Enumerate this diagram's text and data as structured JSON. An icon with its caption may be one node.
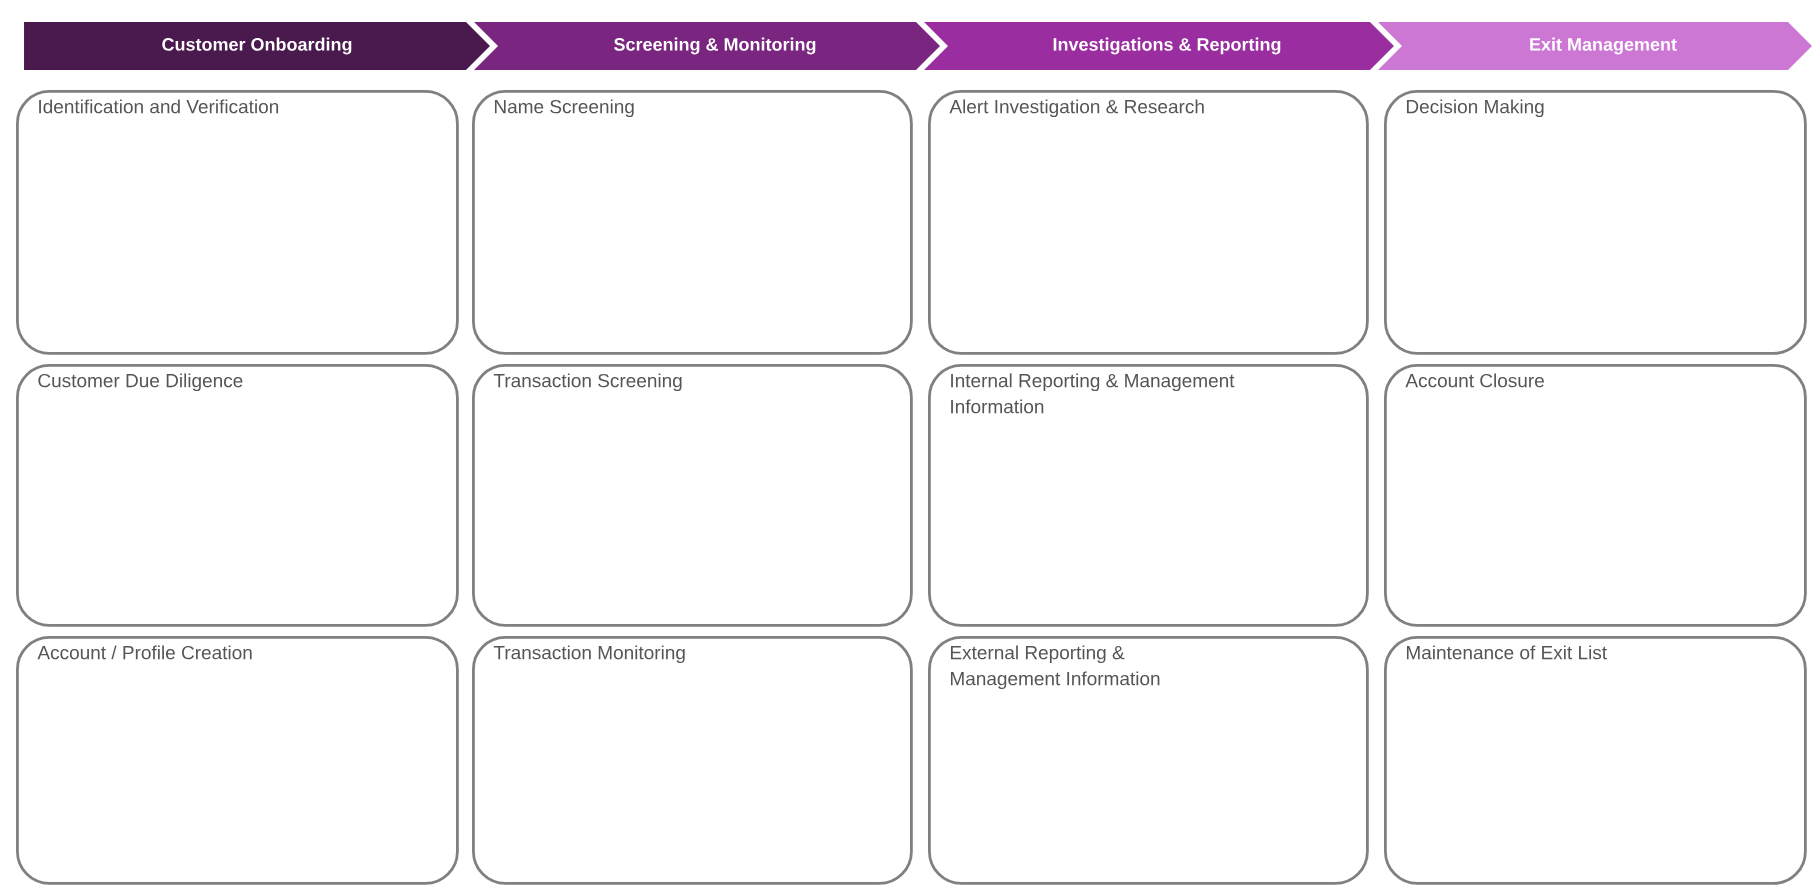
{
  "diagram": {
    "nodes": [
      {
        "text": [
          "Customer Onboarding"
        ]
      },
      {
        "text": [
          "Screening & Monitoring"
        ]
      },
      {
        "text": [
          "Investigations & Reporting"
        ]
      },
      {
        "text": [
          "Exit Management"
        ]
      },
      {
        "text": [
          "Identification and Verification"
        ]
      },
      {
        "text": [
          "Name Screening"
        ]
      },
      {
        "text": [
          "Alert Investigation & Research"
        ]
      },
      {
        "text": [
          "Decision Making"
        ]
      },
      {
        "text": [
          "Customer Due Diligence"
        ]
      },
      {
        "text": [
          "Transaction Screening"
        ]
      },
      {
        "text": [
          "Internal Reporting & Management Information"
        ]
      },
      {
        "text": [
          "Account Closure"
        ]
      },
      {
        "text": [
          "Account / Profile Creation"
        ]
      },
      {
        "text": [
          "Transaction Monitoring"
        ]
      },
      {
        "text": [
          "External Reporting & Management Information"
        ]
      },
      {
        "text": [
          "Maintenance of Exit List"
        ]
      }
    ]
  }
}
